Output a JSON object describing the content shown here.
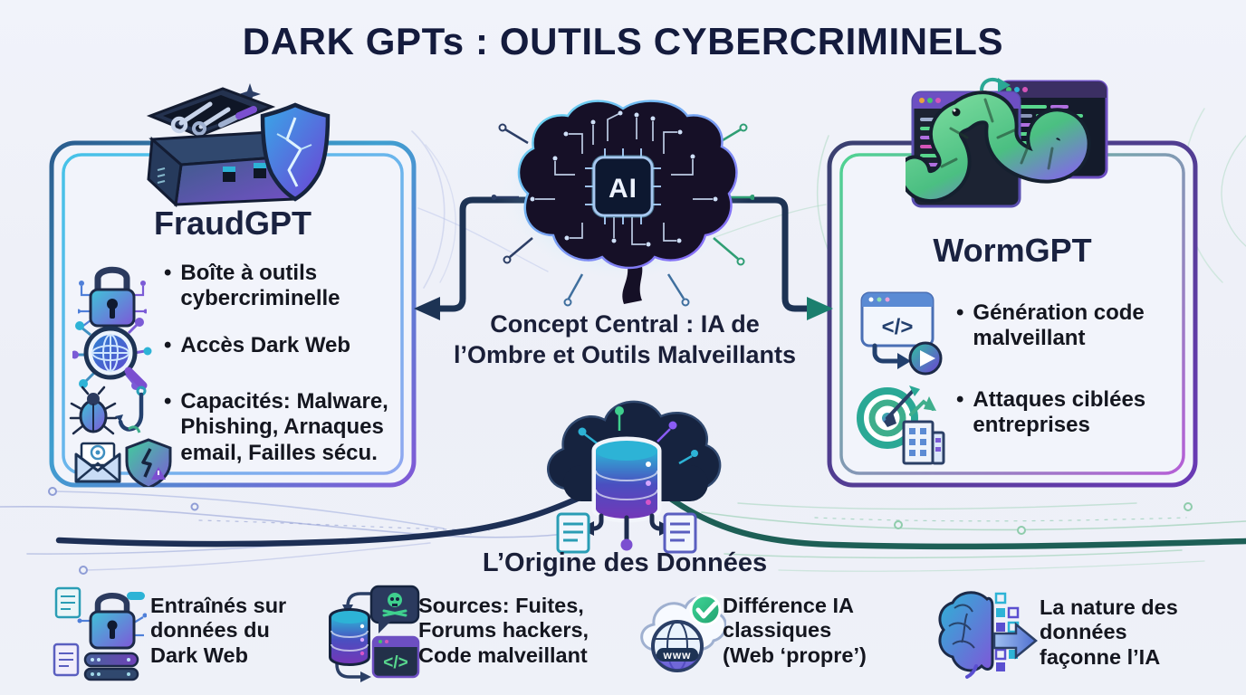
{
  "ui": {
    "bullet": "•"
  },
  "title": "DARK GPTs : OUTILS CYBERCRIMINELS",
  "fraudgpt": {
    "heading": "FraudGPT",
    "bullets": [
      {
        "icon": "lock-circuit-icon",
        "text": "Boîte à outils\ncybercriminelle"
      },
      {
        "icon": "dark-web-search-icon",
        "text": "Accès Dark Web"
      },
      {
        "icon": "threat-set-icon",
        "text": "Capacités: Malware,\nPhishing, Arnaques\nemail, Failles sécu."
      }
    ]
  },
  "center": {
    "chip_label": "AI",
    "caption": "Concept Central : IA de\nl’Ombre et Outils Malveillants"
  },
  "wormgpt": {
    "heading": "WormGPT",
    "bullets": [
      {
        "icon": "code-generation-icon",
        "glyph": "</>",
        "text": "Génération code\nmalveillant"
      },
      {
        "icon": "targeted-attack-icon",
        "text": "Attaques ciblées\nentreprises"
      }
    ]
  },
  "origin": {
    "caption": "L’Origine des Données"
  },
  "footer": {
    "items": [
      {
        "icon": "dark-web-training-icon",
        "text": "Entraînés sur\ndonnées du\nDark Web"
      },
      {
        "icon": "hacker-sources-icon",
        "glyph": "</>",
        "text": "Sources: Fuites,\nForums hackers,\nCode malveillant"
      },
      {
        "icon": "clean-web-icon",
        "badge": "www",
        "text": "Différence IA\nclassiques\n(Web ‘propre’)"
      },
      {
        "icon": "data-shapes-ai-icon",
        "text": "La nature des\ndonnées\nfaçonne l’IA"
      }
    ]
  },
  "colors": {
    "background": "#eef0f8",
    "title": "#141b3d",
    "body_text": "#14161f",
    "connector": "#1d3354",
    "arrow_right_teal": "#1b7f6e",
    "left_box_outer": "#2b5c8d",
    "left_box_inner": "#46c2e8",
    "left_box_accent": "#8059d6",
    "right_box_inner": "#4fd392",
    "right_box_accent": "#b55fd6",
    "stream_blue": "#8f9dd6",
    "stream_green": "#8fccac"
  }
}
